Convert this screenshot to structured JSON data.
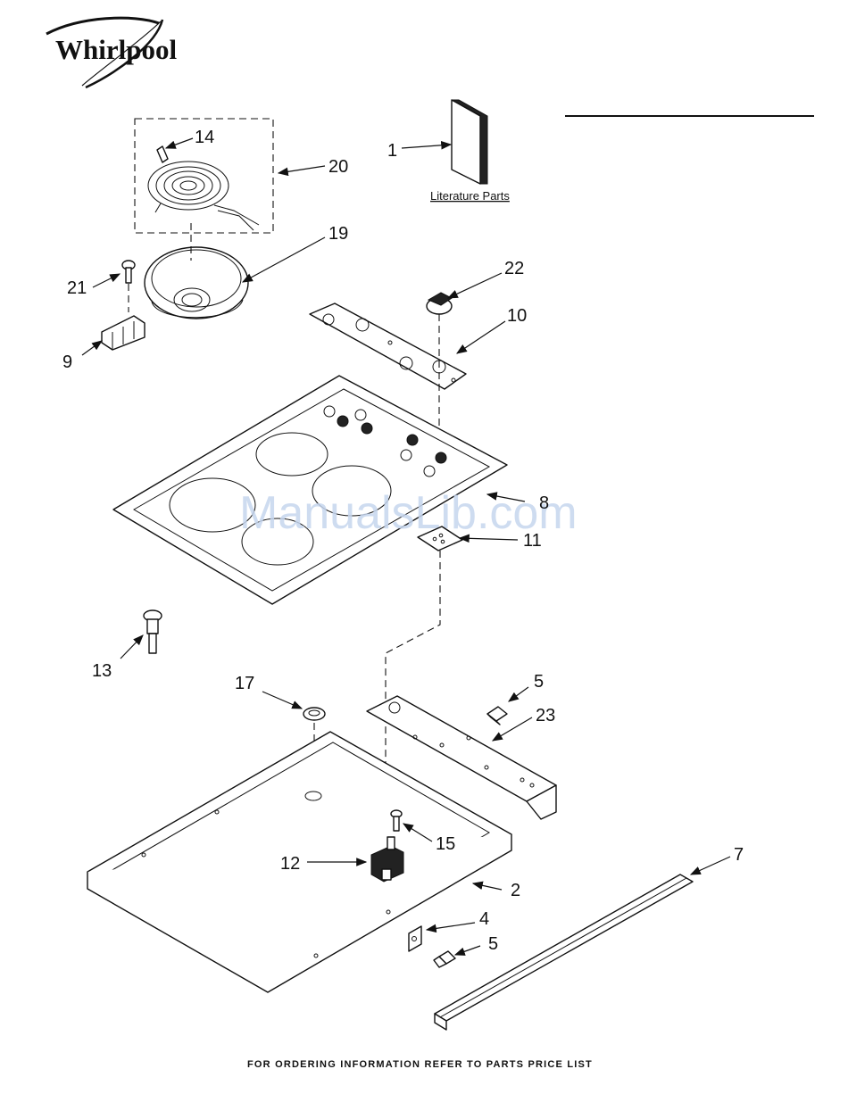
{
  "brand": {
    "name": "Whirlpool"
  },
  "literature": {
    "label": "Literature Parts"
  },
  "watermark": {
    "text": "ManualsLib.com"
  },
  "footer": {
    "text": "FOR ORDERING INFORMATION REFER TO PARTS PRICE LIST"
  },
  "callouts": {
    "c1": "1",
    "c2": "2",
    "c4": "4",
    "c5a": "5",
    "c5b": "5",
    "c7": "7",
    "c8": "8",
    "c9": "9",
    "c10": "10",
    "c11": "11",
    "c12": "12",
    "c13": "13",
    "c14": "14",
    "c15": "15",
    "c17": "17",
    "c19": "19",
    "c20": "20",
    "c21": "21",
    "c22": "22",
    "c23": "23"
  }
}
